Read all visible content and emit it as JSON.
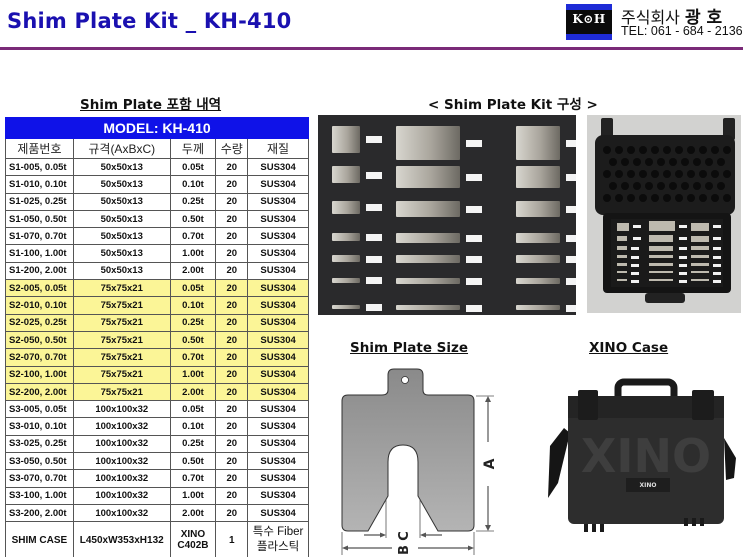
{
  "header": {
    "title": "Shim Plate Kit _ KH-410",
    "logo": {
      "text": "K⊙H",
      "colors": {
        "bar": "#1e2bd6",
        "box": "#0a0a0a"
      }
    },
    "company_name_prefix": "주식회사",
    "company_name": "광 호",
    "tel": "TEL: 061 - 684 - 2136",
    "rule_color": "#7a2a78",
    "title_color": "#1a10b0"
  },
  "table_section": {
    "heading": "Shim Plate 포함 내역",
    "model_label": "MODEL: KH-410",
    "columns": [
      "제품번호",
      "규격(AxBxC)",
      "두께",
      "수량",
      "재질"
    ],
    "rows": [
      {
        "code": "S1-005, 0.05t",
        "size": "50x50x13",
        "thickness": "0.05t",
        "qty": "20",
        "material": "SUS304",
        "highlight": false
      },
      {
        "code": "S1-010, 0.10t",
        "size": "50x50x13",
        "thickness": "0.10t",
        "qty": "20",
        "material": "SUS304",
        "highlight": false
      },
      {
        "code": "S1-025, 0.25t",
        "size": "50x50x13",
        "thickness": "0.25t",
        "qty": "20",
        "material": "SUS304",
        "highlight": false
      },
      {
        "code": "S1-050, 0.50t",
        "size": "50x50x13",
        "thickness": "0.50t",
        "qty": "20",
        "material": "SUS304",
        "highlight": false
      },
      {
        "code": "S1-070, 0.70t",
        "size": "50x50x13",
        "thickness": "0.70t",
        "qty": "20",
        "material": "SUS304",
        "highlight": false
      },
      {
        "code": "S1-100, 1.00t",
        "size": "50x50x13",
        "thickness": "1.00t",
        "qty": "20",
        "material": "SUS304",
        "highlight": false
      },
      {
        "code": "S1-200, 2.00t",
        "size": "50x50x13",
        "thickness": "2.00t",
        "qty": "20",
        "material": "SUS304",
        "highlight": false
      },
      {
        "code": "S2-005, 0.05t",
        "size": "75x75x21",
        "thickness": "0.05t",
        "qty": "20",
        "material": "SUS304",
        "highlight": true
      },
      {
        "code": "S2-010, 0.10t",
        "size": "75x75x21",
        "thickness": "0.10t",
        "qty": "20",
        "material": "SUS304",
        "highlight": true
      },
      {
        "code": "S2-025, 0.25t",
        "size": "75x75x21",
        "thickness": "0.25t",
        "qty": "20",
        "material": "SUS304",
        "highlight": true
      },
      {
        "code": "S2-050, 0.50t",
        "size": "75x75x21",
        "thickness": "0.50t",
        "qty": "20",
        "material": "SUS304",
        "highlight": true
      },
      {
        "code": "S2-070, 0.70t",
        "size": "75x75x21",
        "thickness": "0.70t",
        "qty": "20",
        "material": "SUS304",
        "highlight": true
      },
      {
        "code": "S2-100, 1.00t",
        "size": "75x75x21",
        "thickness": "1.00t",
        "qty": "20",
        "material": "SUS304",
        "highlight": true
      },
      {
        "code": "S2-200, 2.00t",
        "size": "75x75x21",
        "thickness": "2.00t",
        "qty": "20",
        "material": "SUS304",
        "highlight": true
      },
      {
        "code": "S3-005, 0.05t",
        "size": "100x100x32",
        "thickness": "0.05t",
        "qty": "20",
        "material": "SUS304",
        "highlight": false
      },
      {
        "code": "S3-010, 0.10t",
        "size": "100x100x32",
        "thickness": "0.10t",
        "qty": "20",
        "material": "SUS304",
        "highlight": false
      },
      {
        "code": "S3-025, 0.25t",
        "size": "100x100x32",
        "thickness": "0.25t",
        "qty": "20",
        "material": "SUS304",
        "highlight": false
      },
      {
        "code": "S3-050, 0.50t",
        "size": "100x100x32",
        "thickness": "0.50t",
        "qty": "20",
        "material": "SUS304",
        "highlight": false
      },
      {
        "code": "S3-070, 0.70t",
        "size": "100x100x32",
        "thickness": "0.70t",
        "qty": "20",
        "material": "SUS304",
        "highlight": false
      },
      {
        "code": "S3-100, 1.00t",
        "size": "100x100x32",
        "thickness": "1.00t",
        "qty": "20",
        "material": "SUS304",
        "highlight": false
      },
      {
        "code": "S3-200, 2.00t",
        "size": "100x100x32",
        "thickness": "2.00t",
        "qty": "20",
        "material": "SUS304",
        "highlight": false
      }
    ],
    "case_row": {
      "code": "SHIM CASE",
      "size": "L450xW353xH132",
      "thickness_line1": "XINO",
      "thickness_line2": "C402B",
      "qty": "1",
      "material_line1": "특수 Fiber",
      "material_line2": "플라스틱"
    },
    "colors": {
      "model_bg": "#0f12e8",
      "highlight_bg": "#fbf597"
    }
  },
  "kit_section": {
    "heading": "< Shim Plate  Kit 구성 >"
  },
  "size_section": {
    "heading": "Shim Plate Size",
    "labels": {
      "a": "A",
      "b": "B",
      "c": "C"
    }
  },
  "case_section": {
    "heading": "XINO Case",
    "case_watermark": "XINO",
    "case_badge": "XINO"
  }
}
